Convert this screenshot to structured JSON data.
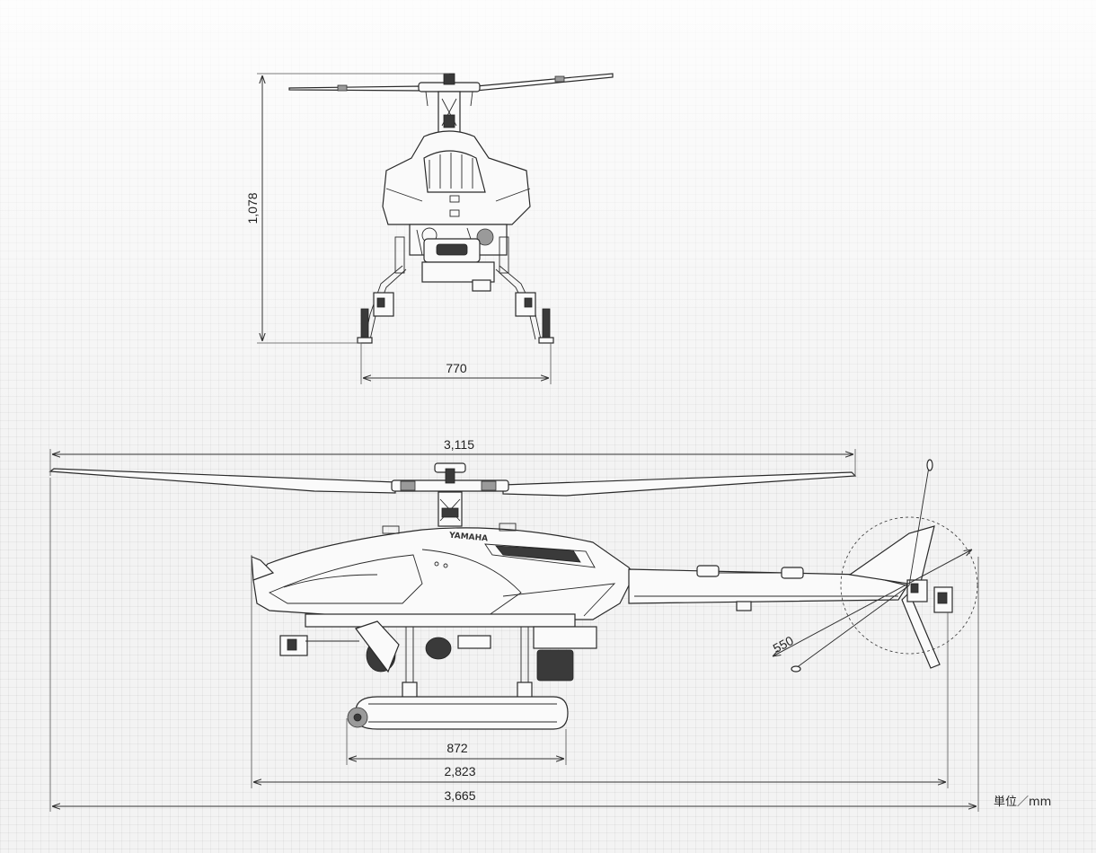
{
  "dimensions": {
    "front_height": "1,078",
    "front_width": "770",
    "rotor_span": "3,115",
    "tail_rotor": "550",
    "skid_length": "872",
    "fuselage_length": "2,823",
    "total_length": "3,665"
  },
  "brand_mark": "YAMAHA",
  "unit_label": "単位／mm"
}
